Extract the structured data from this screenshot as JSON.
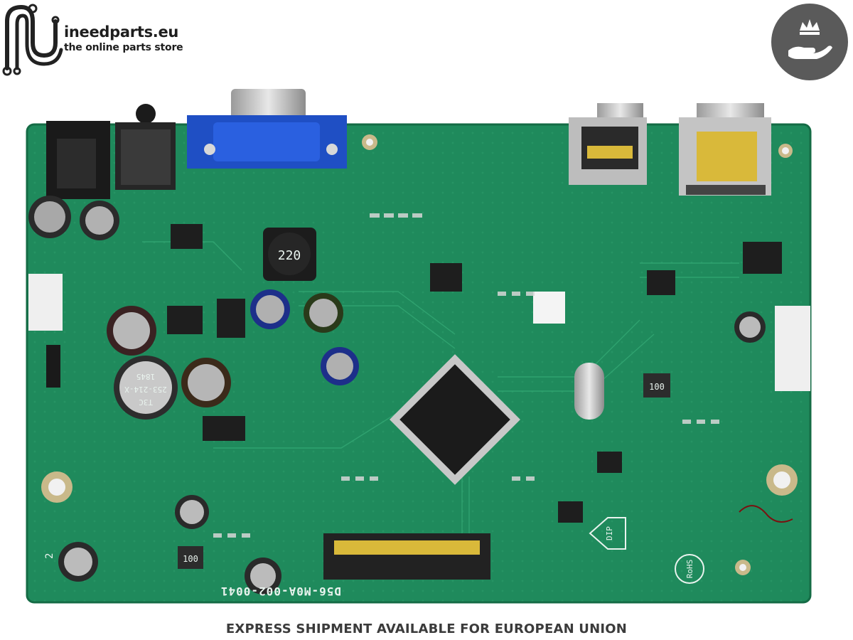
{
  "header": {
    "brand_name": "ineedparts.eu",
    "tagline": "the online parts store",
    "badge_icon": "crown-hand-icon"
  },
  "board": {
    "inductor_marking": "220",
    "capacitor_marking_line1": "T3C",
    "capacitor_marking_line2": "253-214-X",
    "capacitor_marking_line3": "1845",
    "part_number": "D56-M0A-002-0041",
    "rohs_mark": "RoHS",
    "dip_mark": "DIP",
    "choke_marking": "100",
    "choke_marking_2": "100",
    "side_label": "2"
  },
  "footer": {
    "banner": "EXPRESS SHIPMENT AVAILABLE FOR EUROPEAN UNION"
  },
  "colors": {
    "pcb": "#1f8a5c",
    "pcb_dark": "#146b45",
    "vga_blue": "#1f4fc4",
    "gold": "#d9b93a"
  }
}
